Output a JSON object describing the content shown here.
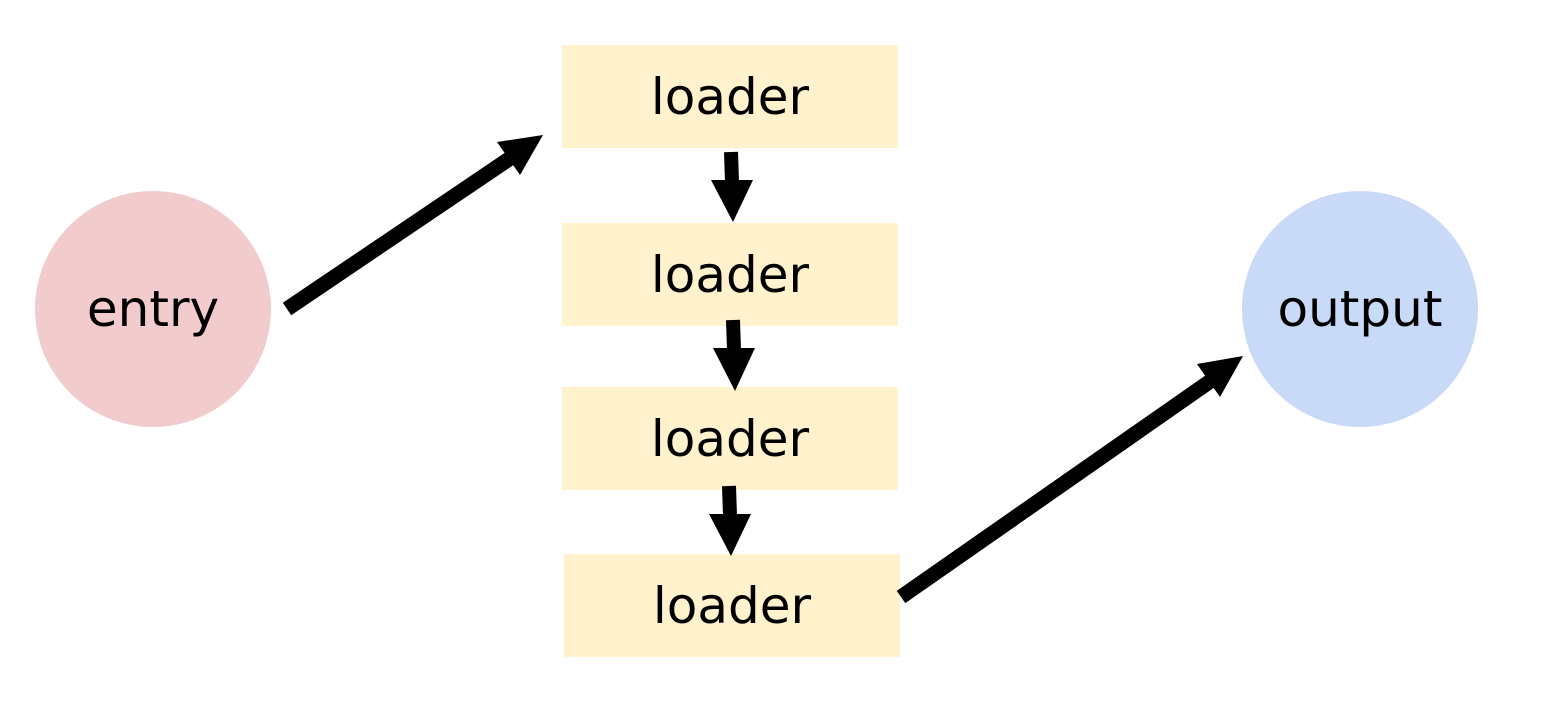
{
  "colors": {
    "entry_fill": "#f2cccc",
    "loader_fill": "#fff2cc",
    "output_fill": "#c9daf8",
    "arrow": "#000000",
    "background": "#ffffff"
  },
  "nodes": {
    "entry": {
      "label": "entry"
    },
    "loaders": [
      {
        "label": "loader"
      },
      {
        "label": "loader"
      },
      {
        "label": "loader"
      },
      {
        "label": "loader"
      }
    ],
    "output": {
      "label": "output"
    }
  },
  "edges": [
    {
      "from": "entry",
      "to": "loader-1"
    },
    {
      "from": "loader-1",
      "to": "loader-2"
    },
    {
      "from": "loader-2",
      "to": "loader-3"
    },
    {
      "from": "loader-3",
      "to": "loader-4"
    },
    {
      "from": "loader-4",
      "to": "output"
    }
  ]
}
